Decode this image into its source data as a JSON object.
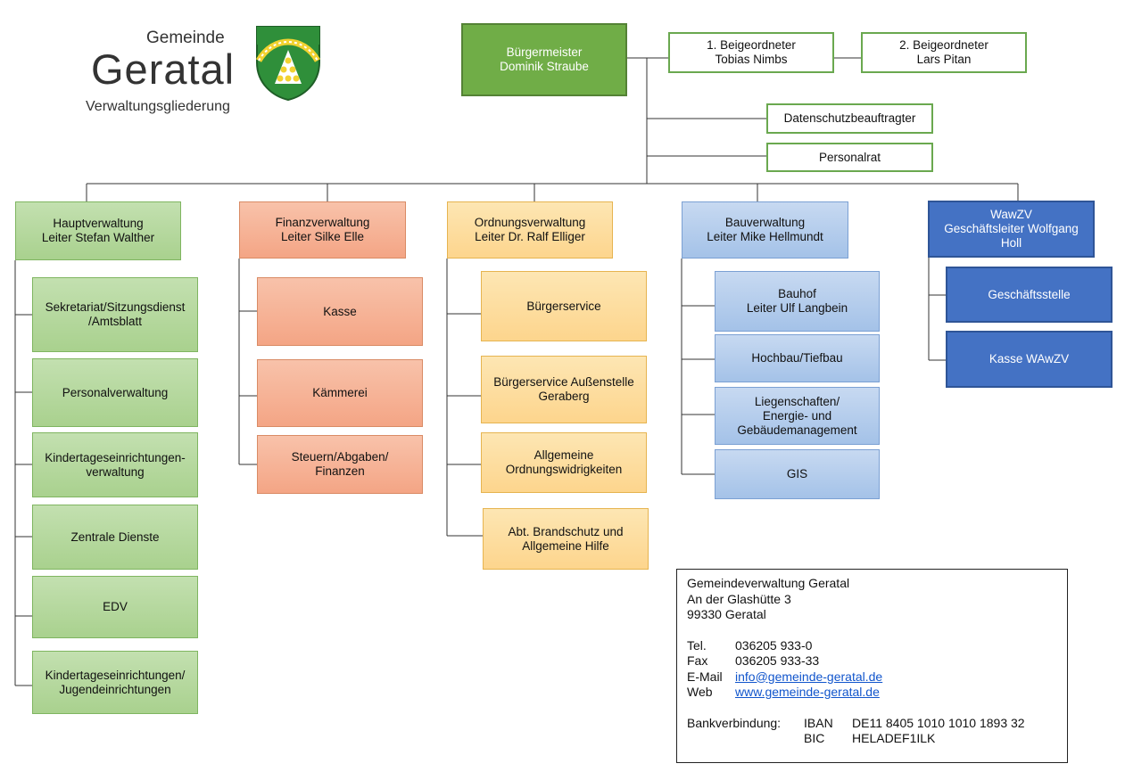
{
  "header": {
    "brand_small": "Gemeinde",
    "brand_big": "Geratal",
    "subtitle": "Verwaltungsgliederung"
  },
  "leadership": {
    "mayor": {
      "role": "Bürgermeister",
      "name": "Dominik Straube"
    },
    "deputy1": {
      "role": "1. Beigeordneter",
      "name": "Tobias Nimbs"
    },
    "deputy2": {
      "role": "2. Beigeordneter",
      "name": "Lars Pitan"
    },
    "staff": [
      "Datenschutzbeauftragter",
      "Personalrat"
    ]
  },
  "departments": [
    {
      "title": "Hauptverwaltung",
      "head": "Leiter Stefan Walther",
      "units": [
        "Sekretariat/Sitzungsdienst\n/Amtsblatt",
        "Personalverwaltung",
        "Kindertageseinrichtungen-\nverwaltung",
        "Zentrale Dienste",
        "EDV",
        "Kindertageseinrichtungen/\nJugendeinrichtungen"
      ]
    },
    {
      "title": "Finanzverwaltung",
      "head": "Leiter Silke Elle",
      "units": [
        "Kasse",
        "Kämmerei",
        "Steuern/Abgaben/\nFinanzen"
      ]
    },
    {
      "title": "Ordnungsverwaltung",
      "head": "Leiter Dr. Ralf Elliger",
      "units": [
        "Bürgerservice",
        "Bürgerservice Außenstelle\nGeraberg",
        "Allgemeine\nOrdnungswidrigkeiten",
        "Abt. Brandschutz und\nAllgemeine Hilfe"
      ]
    },
    {
      "title": "Bauverwaltung",
      "head": "Leiter Mike Hellmundt",
      "units": [
        "Bauhof\nLeiter Ulf Langbein",
        "Hochbau/Tiefbau",
        "Liegenschaften/\nEnergie- und\nGebäudemanagement",
        "GIS"
      ]
    },
    {
      "title": "WawZV",
      "head": "Geschäftsleiter Wolfgang\nHoll",
      "units": [
        "Geschäftsstelle",
        "Kasse WAwZV"
      ]
    }
  ],
  "contact": {
    "org": "Gemeindeverwaltung Geratal",
    "street": "An der Glashütte 3",
    "city": "99330 Geratal",
    "tel_label": "Tel.",
    "tel": "036205 933-0",
    "fax_label": "Fax",
    "fax": "036205 933-33",
    "email_label": "E-Mail",
    "email": "info@gemeinde-geratal.de",
    "web_label": "Web",
    "web": "www.gemeinde-geratal.de",
    "bank_label": "Bankverbindung:",
    "iban_label": "IBAN",
    "iban": "DE11 8405 1010 1010 1893 32",
    "bic_label": "BIC",
    "bic": "HELADEF1ILK"
  }
}
